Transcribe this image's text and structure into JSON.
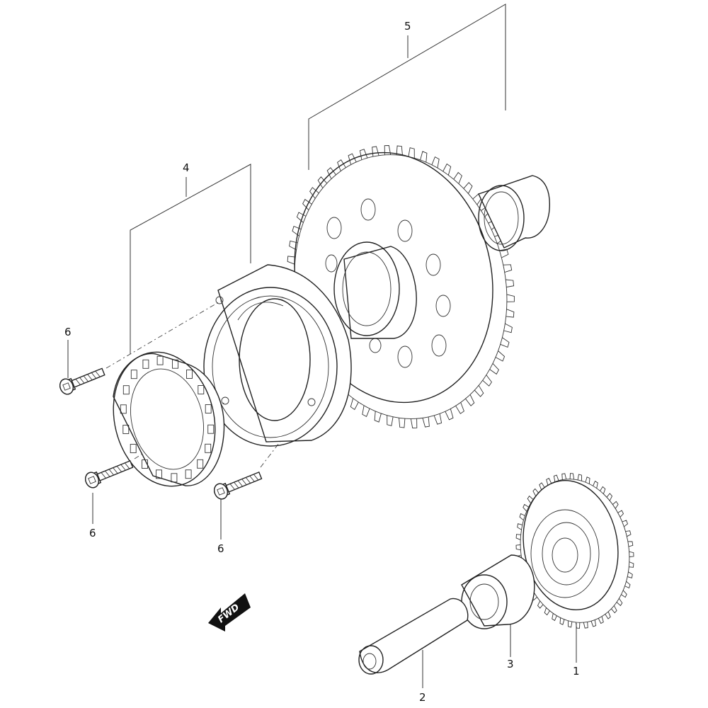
{
  "diagram": {
    "labels": {
      "p1": "1",
      "p2": "2",
      "p3": "3",
      "p4": "4",
      "p5": "5",
      "p6a": "6",
      "p6b": "6",
      "p6c": "6"
    },
    "arrow_text": "FWD"
  }
}
